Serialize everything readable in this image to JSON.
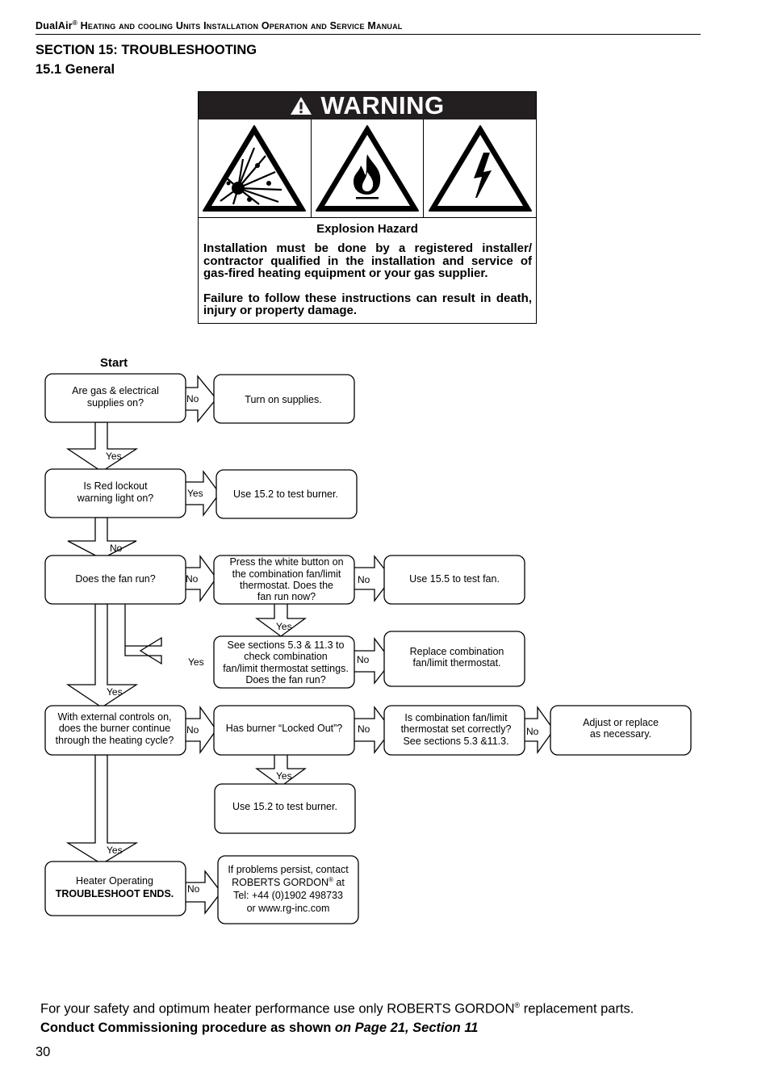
{
  "header": {
    "brand": "DualAir",
    "reg": "®",
    "title": " Heating and cooling Units Installation Operation and Service Manual"
  },
  "section_title": "SECTION 15: TROUBLESHOOTING",
  "subsection_title": "15.1 General",
  "warning": {
    "banner": "WARNING",
    "icons": [
      "explosion-hazard-icon",
      "fire-hazard-icon",
      "electrical-hazard-icon"
    ],
    "hazard_title": "Explosion Hazard",
    "paragraph1": "Installation must be done by a registered installer/ contractor qualified in the installation and service of gas-fired heating equipment or your gas supplier.",
    "paragraph2": "Failure to follow these instructions can result in death, injury or property damage."
  },
  "flowchart": {
    "start": "Start",
    "q1": [
      "Are gas & electrical",
      "supplies on?"
    ],
    "a1": "Turn on supplies.",
    "q2": [
      "Is Red lockout",
      "warning light on?"
    ],
    "a2": "Use 15.2 to test burner.",
    "q3": "Does the fan run?",
    "q3b": [
      "Press the white button on",
      "the combination fan/limit",
      "thermostat. Does the",
      "fan run now?"
    ],
    "a3": "Use 15.5 to test fan.",
    "q3c": [
      "See sections 5.3 & 11.3 to",
      "check combination",
      "fan/limit thermostat settings.",
      "Does the fan run?"
    ],
    "a3c": [
      "Replace combination",
      "fan/limit thermostat."
    ],
    "q4": [
      "With external controls on,",
      "does the burner continue",
      "through the heating cycle?"
    ],
    "q4b": "Has burner “Locked Out”?",
    "q4c": [
      "Is combination fan/limit",
      "thermostat set correctly?",
      "See sections 5.3 &11.3."
    ],
    "a4c": [
      "Adjust or replace",
      "as necessary."
    ],
    "a4b": "Use 15.2 to test burner.",
    "end_line1": "Heater Operating",
    "end_line2": "TROUBLESHOOT ENDS.",
    "contact_line1": "If problems persist, contact",
    "contact_line2a": "ROBERTS GORDON",
    "contact_reg": "®",
    "contact_line2b": " at",
    "contact_line3": "Tel: +44 (0)1902 498733",
    "contact_line4": "or www.rg-inc.com",
    "yes": "Yes",
    "no": "No"
  },
  "footer": {
    "line1a": "For your safety and optimum heater performance use only ROBERTS GORDON",
    "reg": "®",
    "line1b": " replacement parts.",
    "line2a": "Conduct Commissioning procedure as shown ",
    "line2b": "on Page 21, Section 11",
    "page_number": "30"
  }
}
